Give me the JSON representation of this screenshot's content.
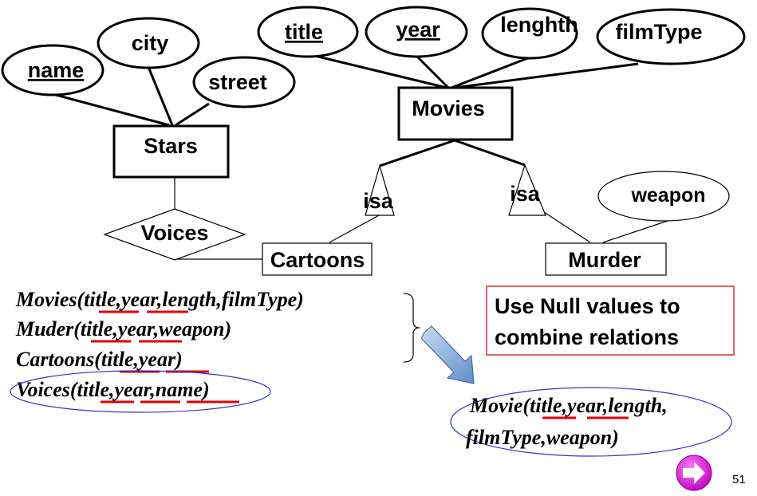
{
  "diagram": {
    "entities": {
      "stars": "Stars",
      "movies": "Movies",
      "cartoons": "Cartoons",
      "murder": "Murder"
    },
    "attributes": {
      "name": "name",
      "city": "city",
      "street": "street",
      "title": "title",
      "year": "year",
      "length": "lenghth",
      "film_type": "filmType",
      "weapon": "weapon"
    },
    "relationships": {
      "voices": "Voices"
    },
    "isa_labels": [
      "isa",
      "isa"
    ]
  },
  "relations": [
    {
      "name": "Movies(",
      "keys": [
        "title",
        "year"
      ],
      "rest": ",length,filmType)"
    },
    {
      "name": "Muder(",
      "keys": [
        "title",
        "year"
      ],
      "rest": ",weapon)"
    },
    {
      "name": "Cartoons(",
      "keys": [
        "title",
        "year"
      ],
      "rest": ")"
    },
    {
      "name": "Voices(",
      "keys": [
        "title",
        "year",
        "name"
      ],
      "rest": ")"
    }
  ],
  "note": {
    "line1": "Use Null values to",
    "line2": "combine relations"
  },
  "result": {
    "line1_name": "Movie(",
    "line1_key1": "title",
    "line1_key2": "year",
    "line1_rest": ",length,",
    "line2": "filmType,weapon)"
  },
  "page_number": "51",
  "colors": {
    "underline_red": "#e00000",
    "highlight_ellipse": "#3333cc",
    "note_border": "#cc0000",
    "arrow": "#7fa8d8",
    "nav_button": "#d400d4"
  },
  "icons": {
    "nav": "next-arrow-icon"
  }
}
